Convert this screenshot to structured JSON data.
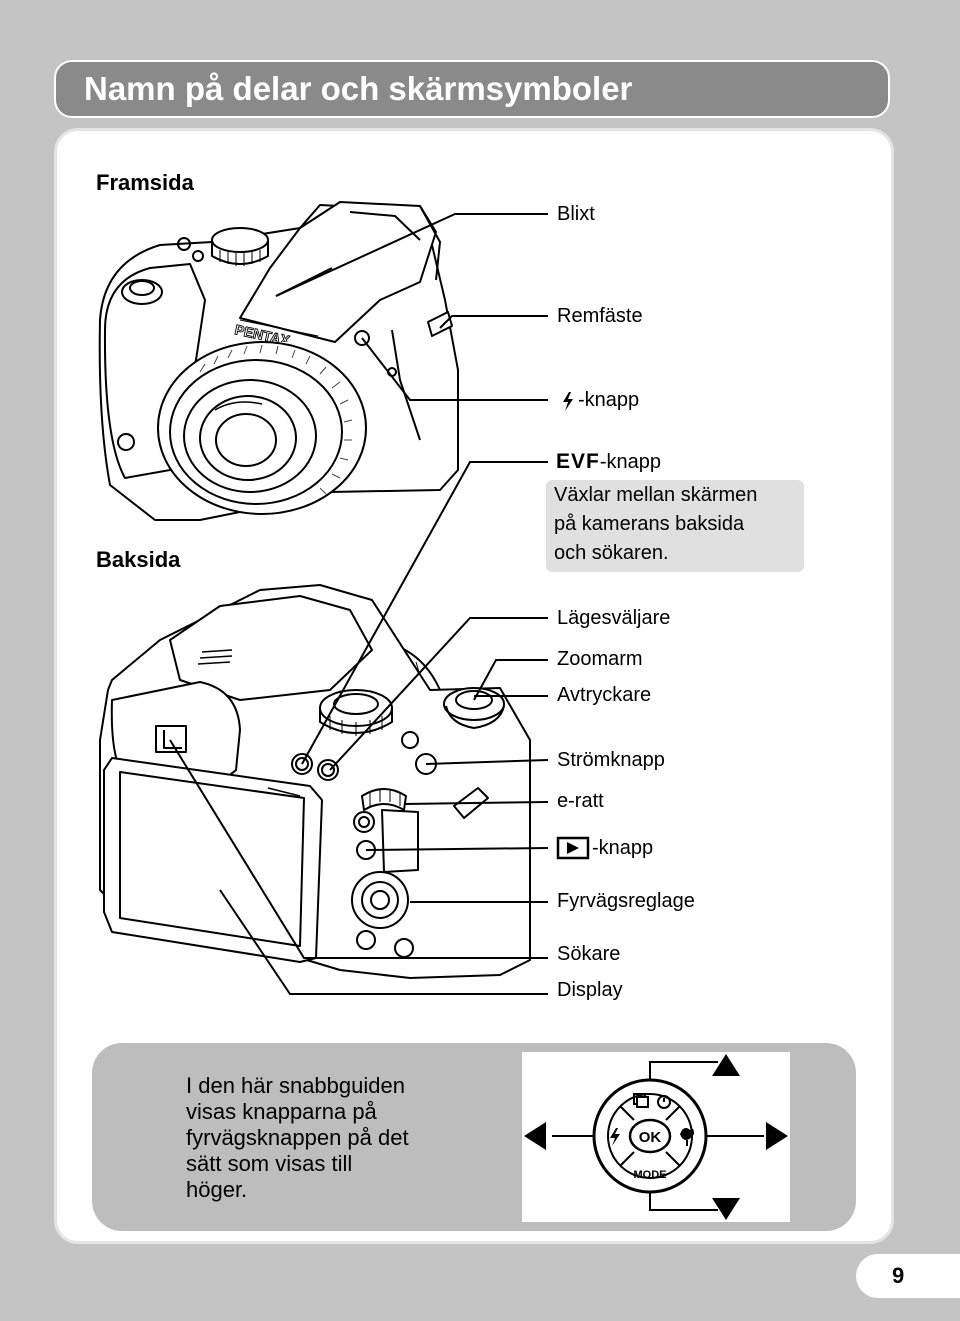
{
  "page": {
    "title": "Namn på delar och skärmsymboler",
    "page_number": "9"
  },
  "front": {
    "heading": "Framsida",
    "callouts": {
      "flash": "Blixt",
      "strap": "Remfäste",
      "flash_button": "-knapp"
    }
  },
  "back": {
    "heading": "Baksida",
    "callouts": {
      "evf_prefix": "EVF",
      "evf_suffix": "-knapp",
      "evf_note": [
        "Växlar mellan skärmen",
        "på kamerans baksida",
        "och sökaren."
      ],
      "mode_dial": "Lägesväljare",
      "zoom": "Zoomarm",
      "shutter": "Avtryckare",
      "power": "Strömknapp",
      "e_dial": "e-ratt",
      "playback_button": "-knapp",
      "four_way": "Fyrvägsreglage",
      "viewfinder": "Sökare",
      "display": "Display"
    }
  },
  "info": {
    "lines": [
      "I den här snabbguiden",
      "visas knapparna på",
      "fyrvägsknappen på det",
      "sätt som visas till",
      "höger."
    ]
  },
  "dpad": {
    "center_label": "OK",
    "bottom_label": "MODE"
  },
  "logo": {
    "brand": "PENTAX"
  },
  "colors": {
    "page_background": "#c4c4c4",
    "title_bar": "#8a8a8a",
    "note_box": "#e0e0e0",
    "info_box": "#bdbdbd"
  },
  "icons": {
    "flash": "lightning-icon",
    "playback": "play-triangle-icon"
  }
}
